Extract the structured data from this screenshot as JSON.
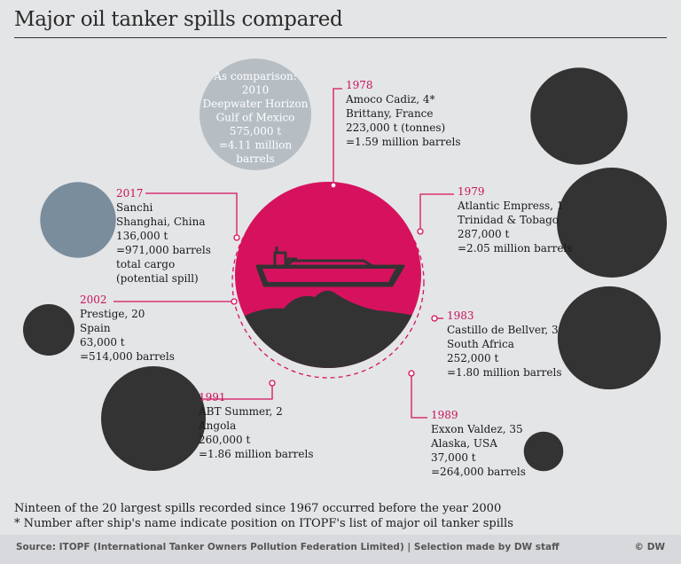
{
  "title": "Major oil tanker spills compared",
  "colors": {
    "accent": "#d6125e",
    "spill_circle": "#333333",
    "comparison_circle": "#b6bec4",
    "sanchi_circle": "#7a8d9c",
    "year_text": "#c8145a"
  },
  "icons": [
    "tanker-ship-icon",
    "oil-blob-icon"
  ],
  "comparison": {
    "lines": [
      "As comparison:",
      "2010",
      "Deepwater Horizon",
      "Gulf of Mexico",
      "575,000 t",
      "=4.11 million",
      "barrels"
    ]
  },
  "chart_data": {
    "type": "bubble",
    "title": "Major oil tanker spills compared",
    "unit": "t",
    "spills": [
      {
        "year": "1978",
        "name": "Amoco Cadiz, 4*",
        "location": "Brittany, France",
        "tonnes_label": "223,000 t (tonnes)",
        "barrels_label": "=1.59 million barrels",
        "tonnes": 223000
      },
      {
        "year": "1979",
        "name": "Atlantic Empress, 1",
        "location": "Trinidad &  Tobago",
        "tonnes_label": "287,000 t",
        "barrels_label": "=2.05 million barrels",
        "tonnes": 287000
      },
      {
        "year": "1983",
        "name": "Castillo de Bellver, 3",
        "location": "South Africa",
        "tonnes_label": "252,000 t",
        "barrels_label": "=1.80 million barrels",
        "tonnes": 252000
      },
      {
        "year": "1989",
        "name": "Exxon Valdez, 35",
        "location": "Alaska, USA",
        "tonnes_label": "37,000 t",
        "barrels_label": "=264,000 barrels",
        "tonnes": 37000
      },
      {
        "year": "1991",
        "name": "ABT Summer, 2",
        "location": "Angola",
        "tonnes_label": "260,000 t",
        "barrels_label": "=1.86 million barrels",
        "tonnes": 260000
      },
      {
        "year": "2002",
        "name": "Prestige, 20",
        "location": "Spain",
        "tonnes_label": "63,000 t",
        "barrels_label": "=514,000 barrels",
        "tonnes": 63000
      },
      {
        "year": "2017",
        "name": "Sanchi",
        "location": "Shanghai, China",
        "tonnes_label": "136,000 t",
        "barrels_label": "=971,000 barrels",
        "extra": [
          "total cargo",
          "(potential spill)"
        ],
        "tonnes": 136000
      }
    ],
    "comparison": {
      "year": "2010",
      "name": "Deepwater Horizon",
      "location": "Gulf of Mexico",
      "tonnes": 575000
    }
  },
  "footnotes": [
    "Ninteen of the 20 largest spills recorded since 1967 occurred before the year 2000",
    "* Number after ship's name indicate position on ITOPF's list of major oil tanker spills"
  ],
  "source": "Source: ITOPF (International Tanker Owners Pollution Federation Limited) | Selection made by DW staff",
  "copyright": "© DW"
}
